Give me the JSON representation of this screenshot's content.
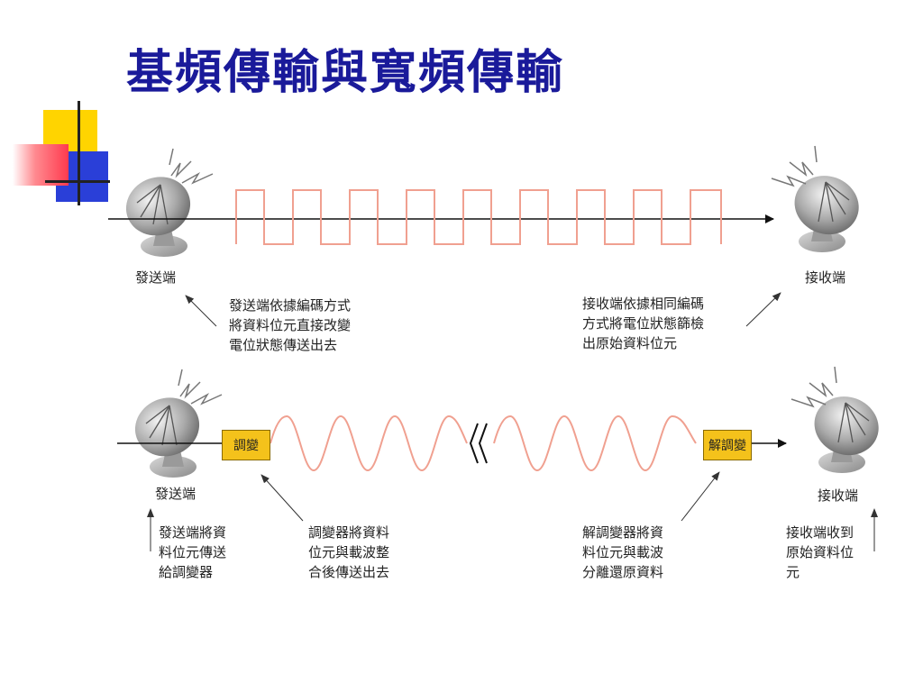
{
  "title": "基頻傳輸與寬頻傳輸",
  "baseband": {
    "sender_label": "發送端",
    "receiver_label": "接收端",
    "sender_note": [
      "發送端依據編碼方式",
      "將資料位元直接改變",
      "電位狀態傳送出去"
    ],
    "receiver_note": [
      "接收端依據相同編碼",
      "方式將電位狀態篩檢",
      "出原始資料位元"
    ]
  },
  "broadband": {
    "sender_label": "發送端",
    "receiver_label": "接收端",
    "modulator_label": "調變",
    "demodulator_label": "解調變",
    "sender_note": [
      "發送端將資",
      "料位元傳送",
      "給調變器"
    ],
    "modulator_note": [
      "調變器將資料",
      "位元與載波整",
      "合後傳送出去"
    ],
    "demodulator_note": [
      "解調變器將資",
      "料位元與載波",
      "分離還原資料"
    ],
    "receiver_note": [
      "接收端收到",
      "原始資料位",
      "元"
    ]
  },
  "colors": {
    "title": "#1a1a9a",
    "signal": "#f0a090",
    "box": "#f4c21b",
    "deco_yellow": "#ffd400",
    "deco_blue": "#2a3fd8",
    "deco_red": "#ff5a6a"
  }
}
